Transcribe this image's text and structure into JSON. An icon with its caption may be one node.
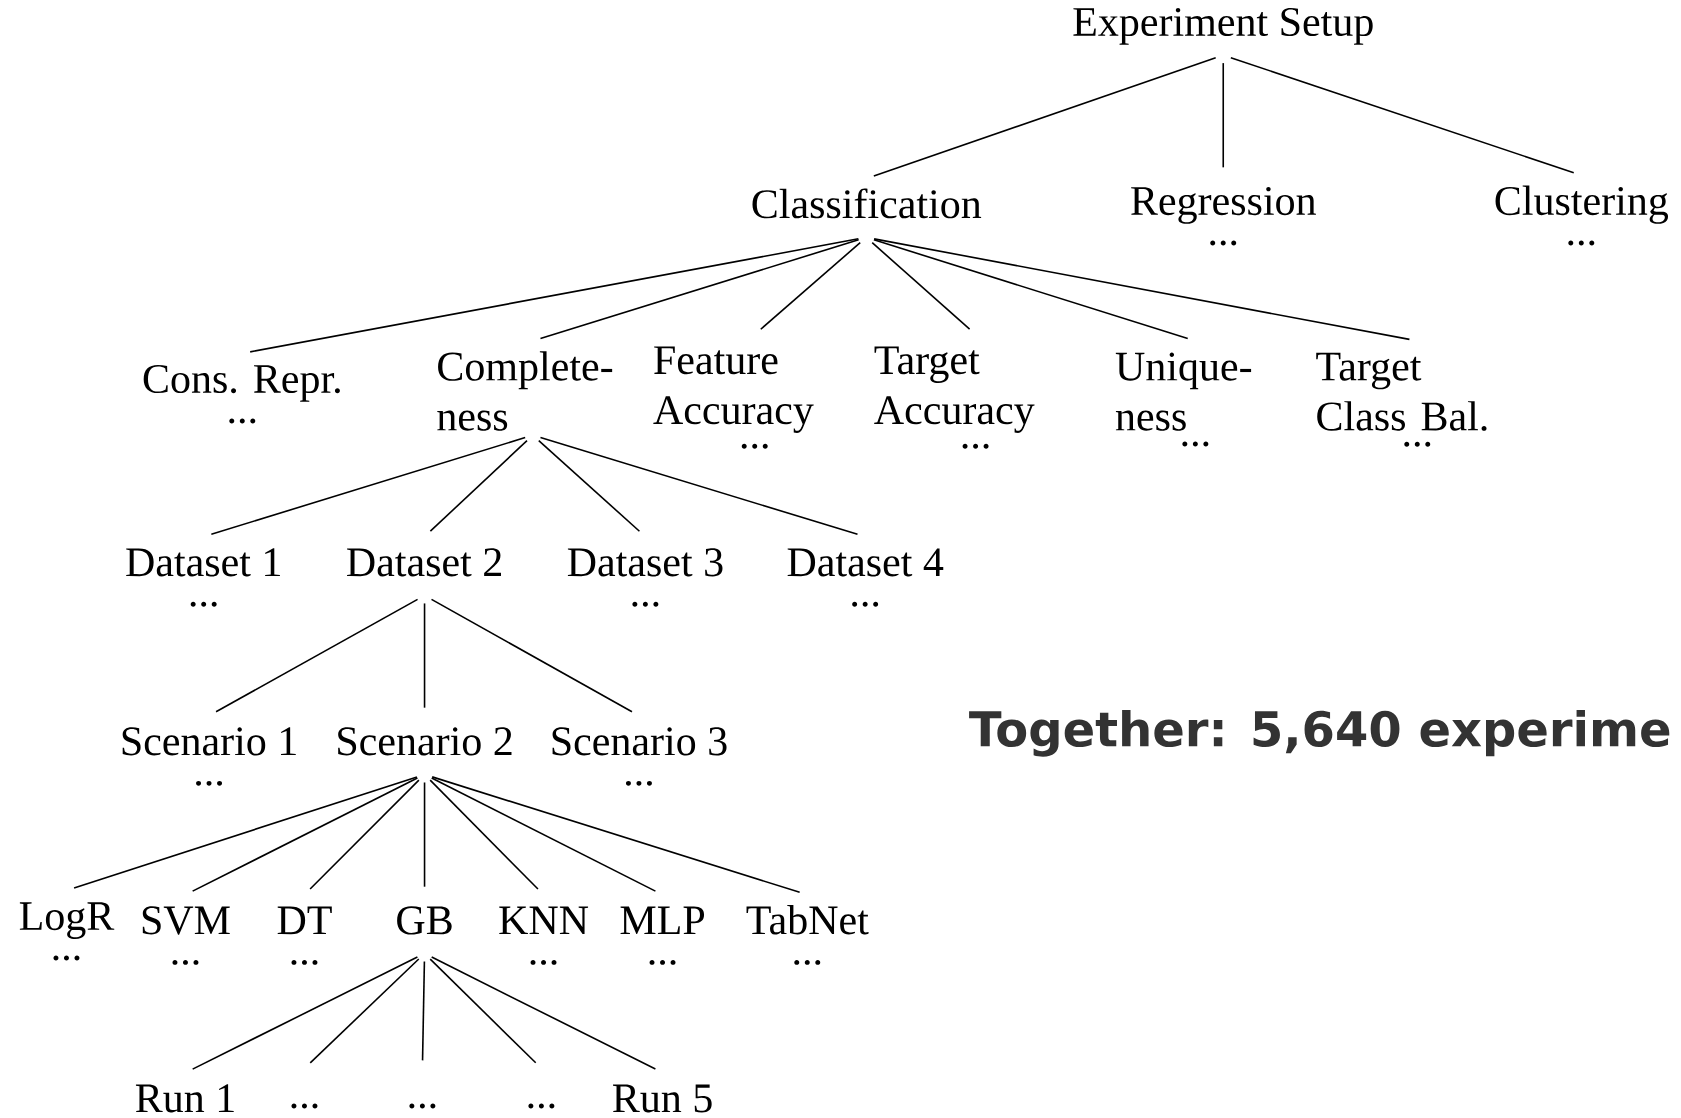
{
  "diagram": {
    "nodes": [
      {
        "text": [
          "Experiment Setup"
        ]
      },
      {
        "text": [
          "Classification"
        ]
      },
      {
        "text": [
          "Regression"
        ],
        "beside": [
          "..."
        ]
      },
      {
        "text": [
          "Clustering"
        ],
        "beside": [
          "..."
        ]
      },
      {
        "text": [
          "Cons. Repr."
        ],
        "beside": [
          "..."
        ]
      },
      {
        "text": [
          "Complete- ness"
        ]
      },
      {
        "text": [
          "Feature Accuracy"
        ],
        "beside": [
          "..."
        ]
      },
      {
        "text": [
          "Target Accuracy"
        ],
        "beside": [
          "..."
        ]
      },
      {
        "text": [
          "Unique- ness"
        ],
        "beside": [
          "..."
        ]
      },
      {
        "text": [
          "Target Class Bal."
        ],
        "beside": [
          "..."
        ]
      },
      {
        "text": [
          "Dataset 1"
        ],
        "beside": [
          "..."
        ]
      },
      {
        "text": [
          "Dataset 2"
        ]
      },
      {
        "text": [
          "Dataset 3"
        ],
        "beside": [
          "..."
        ]
      },
      {
        "text": [
          "Dataset 4"
        ],
        "beside": [
          "..."
        ]
      },
      {
        "text": [
          "Scenario 1"
        ],
        "beside": [
          "..."
        ]
      },
      {
        "text": [
          "Scenario 2"
        ]
      },
      {
        "text": [
          "Scenario 3"
        ],
        "beside": [
          "..."
        ]
      },
      {
        "text": [
          "LogR"
        ],
        "beside": [
          "..."
        ]
      },
      {
        "text": [
          "SVM"
        ],
        "beside": [
          "..."
        ]
      },
      {
        "text": [
          "DT"
        ],
        "beside": [
          "..."
        ]
      },
      {
        "text": [
          "GB"
        ]
      },
      {
        "text": [
          "KNN"
        ],
        "beside": [
          "..."
        ]
      },
      {
        "text": [
          "MLP"
        ],
        "beside": [
          "..."
        ]
      },
      {
        "text": [
          "TabNet"
        ],
        "beside": [
          "..."
        ]
      },
      {
        "text": [
          "Run 1"
        ]
      },
      {
        "text": [
          "..."
        ]
      },
      {
        "text": [
          "..."
        ]
      },
      {
        "text": [
          "..."
        ]
      },
      {
        "text": [
          "Run 5"
        ]
      }
    ],
    "edges": [
      {
        "from": 0,
        "to": 1,
        "arrow": "none"
      },
      {
        "from": 0,
        "to": 2,
        "arrow": "none"
      },
      {
        "from": 0,
        "to": 3,
        "arrow": "none"
      },
      {
        "from": 1,
        "to": 4,
        "arrow": "none"
      },
      {
        "from": 1,
        "to": 5,
        "arrow": "none"
      },
      {
        "from": 1,
        "to": 6,
        "arrow": "none"
      },
      {
        "from": 1,
        "to": 7,
        "arrow": "none"
      },
      {
        "from": 1,
        "to": 8,
        "arrow": "none"
      },
      {
        "from": 1,
        "to": 9,
        "arrow": "none"
      },
      {
        "from": 5,
        "to": 10,
        "arrow": "none"
      },
      {
        "from": 5,
        "to": 11,
        "arrow": "none"
      },
      {
        "from": 5,
        "to": 12,
        "arrow": "none"
      },
      {
        "from": 5,
        "to": 13,
        "arrow": "none"
      },
      {
        "from": 11,
        "to": 14,
        "arrow": "none"
      },
      {
        "from": 11,
        "to": 15,
        "arrow": "none"
      },
      {
        "from": 11,
        "to": 16,
        "arrow": "none"
      },
      {
        "from": 15,
        "to": 17,
        "arrow": "none"
      },
      {
        "from": 15,
        "to": 18,
        "arrow": "none"
      },
      {
        "from": 15,
        "to": 19,
        "arrow": "none"
      },
      {
        "from": 15,
        "to": 20,
        "arrow": "none"
      },
      {
        "from": 15,
        "to": 21,
        "arrow": "none"
      },
      {
        "from": 15,
        "to": 22,
        "arrow": "none"
      },
      {
        "from": 15,
        "to": 23,
        "arrow": "none"
      },
      {
        "from": 20,
        "to": 24,
        "arrow": "none"
      },
      {
        "from": 20,
        "to": 25,
        "arrow": "none"
      },
      {
        "from": 20,
        "to": 26,
        "arrow": "none"
      },
      {
        "from": 20,
        "to": 27,
        "arrow": "none"
      },
      {
        "from": 20,
        "to": 28,
        "arrow": "none"
      }
    ],
    "labels": [
      "Together: 5,640 experime"
    ]
  }
}
